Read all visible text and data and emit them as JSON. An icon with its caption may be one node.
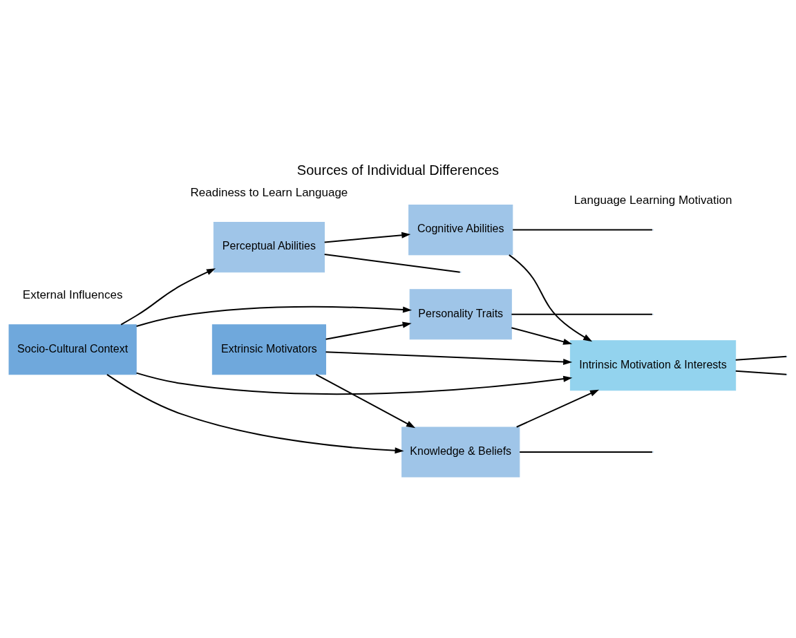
{
  "diagram": {
    "title": "Sources of Individual Differences",
    "nodes": [
      {
        "text": [
          "Perceptual Abilities"
        ]
      },
      {
        "text": [
          "Cognitive Abilities"
        ]
      },
      {
        "text": [
          "Socio-Cultural Context"
        ]
      },
      {
        "text": [
          "Knowledge & Beliefs"
        ]
      },
      {
        "text": [
          "Extrinsic Motivators"
        ]
      },
      {
        "text": [
          "Intrinsic Motivation & Interests"
        ]
      },
      {
        "text": [
          "Personality Traits"
        ]
      }
    ],
    "edges": [
      {
        "from": 2,
        "to": 0,
        "arrow": "to"
      },
      {
        "from": 2,
        "to": 3,
        "arrow": "to"
      },
      {
        "from": 2,
        "to": 5,
        "arrow": "to"
      },
      {
        "from": 2,
        "to": 6,
        "arrow": "to"
      },
      {
        "from": 4,
        "to": 3,
        "arrow": "to"
      },
      {
        "from": 4,
        "to": 5,
        "arrow": "to"
      },
      {
        "from": 4,
        "to": 6,
        "arrow": "to"
      },
      {
        "from": 0,
        "to": 1,
        "arrow": "to"
      },
      {
        "from": 1,
        "to": 5,
        "arrow": "to"
      },
      {
        "from": 3,
        "to": 5,
        "arrow": "to"
      },
      {
        "from": 6,
        "to": 5,
        "arrow": "to"
      },
      {
        "from": 0,
        "to": null,
        "arrow": "none"
      },
      {
        "from": 1,
        "to": null,
        "arrow": "none"
      },
      {
        "from": 3,
        "to": null,
        "arrow": "none"
      },
      {
        "from": 6,
        "to": null,
        "arrow": "none"
      },
      {
        "from": 5,
        "to": null,
        "arrow": "none"
      },
      {
        "from": 5,
        "to": null,
        "arrow": "none"
      }
    ],
    "labels": [
      "External Influences",
      "Readiness to Learn Language",
      "Language Learning Motivation"
    ]
  }
}
